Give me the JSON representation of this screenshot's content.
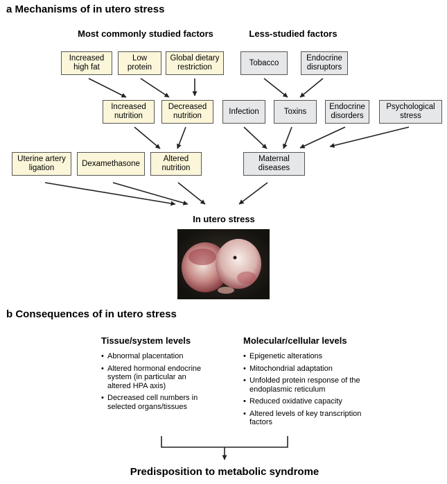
{
  "panel_a_title": "a  Mechanisms of in utero stress",
  "panel_b_title": "b  Consequences of in utero stress",
  "group_common": "Most commonly studied factors",
  "group_less": "Less-studied factors",
  "boxes": {
    "high_fat": "Increased\nhigh fat",
    "low_protein": "Low\nprotein",
    "global_dietary": "Global dietary\nrestriction",
    "tobacco": "Tobacco",
    "endocrine_disruptors": "Endocrine\ndisruptors",
    "increased_nutrition": "Increased\nnutrition",
    "decreased_nutrition": "Decreased\nnutrition",
    "infection": "Infection",
    "toxins": "Toxins",
    "endocrine_disorders": "Endocrine\ndisorders",
    "psychological_stress": "Psychological\nstress",
    "uterine_artery": "Uterine artery\nligation",
    "dexamethasone": "Dexamethasone",
    "altered_nutrition": "Altered\nnutrition",
    "maternal_diseases": "Maternal\ndiseases"
  },
  "in_utero_stress": "In utero stress",
  "tissue_title": "Tissue/system  levels",
  "tissue_items": [
    "Abnormal placentation",
    "Altered hormonal endocrine\nsystem (in particular an\naltered HPA axis)",
    "Decreased cell numbers in\nselected organs/tissues"
  ],
  "molecular_title": "Molecular/cellular levels",
  "molecular_items": [
    "Epigenetic alterations",
    "Mitochondrial adaptation",
    "Unfolded protein response of the\nendoplasmic reticulum",
    "Reduced oxidative capacity",
    "Altered levels of key transcription\nfactors"
  ],
  "outcome": "Predisposition to metabolic syndrome",
  "colors": {
    "cream_box": "#fbf6d9",
    "grey_box": "#e6e7e9",
    "arrow": "#222222"
  }
}
